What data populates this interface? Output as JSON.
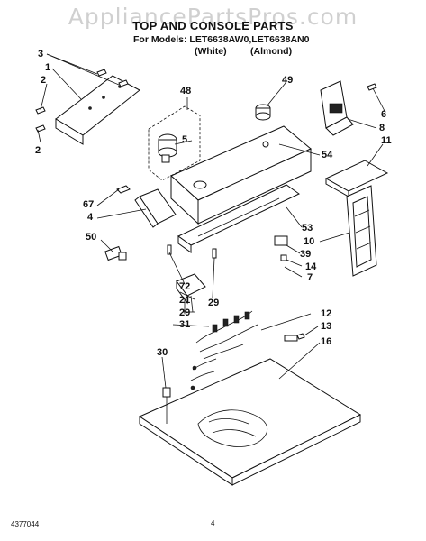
{
  "watermark": "AppliancePartsPros.com",
  "header": {
    "title": "TOP AND CONSOLE PARTS",
    "models_line": "For Models: LET6638AW0,LET6638AN0",
    "color_white": "(White)",
    "color_almond": "(Almond)"
  },
  "callouts": {
    "c3": "3",
    "c1": "1",
    "c2a": "2",
    "c2b": "2",
    "c48": "48",
    "c5": "5",
    "c49": "49",
    "c54": "54",
    "c6": "6",
    "c8": "8",
    "c11": "11",
    "c67": "67",
    "c4": "4",
    "c50": "50",
    "c53": "53",
    "c10": "10",
    "c39": "39",
    "c14": "14",
    "c7": "7",
    "c72": "72",
    "c21": "21",
    "c29a": "29",
    "c29b": "29",
    "c31": "31",
    "c12": "12",
    "c13": "13",
    "c16": "16",
    "c30": "30"
  },
  "footer": {
    "doc_number": "4377044",
    "page_number": "4"
  }
}
